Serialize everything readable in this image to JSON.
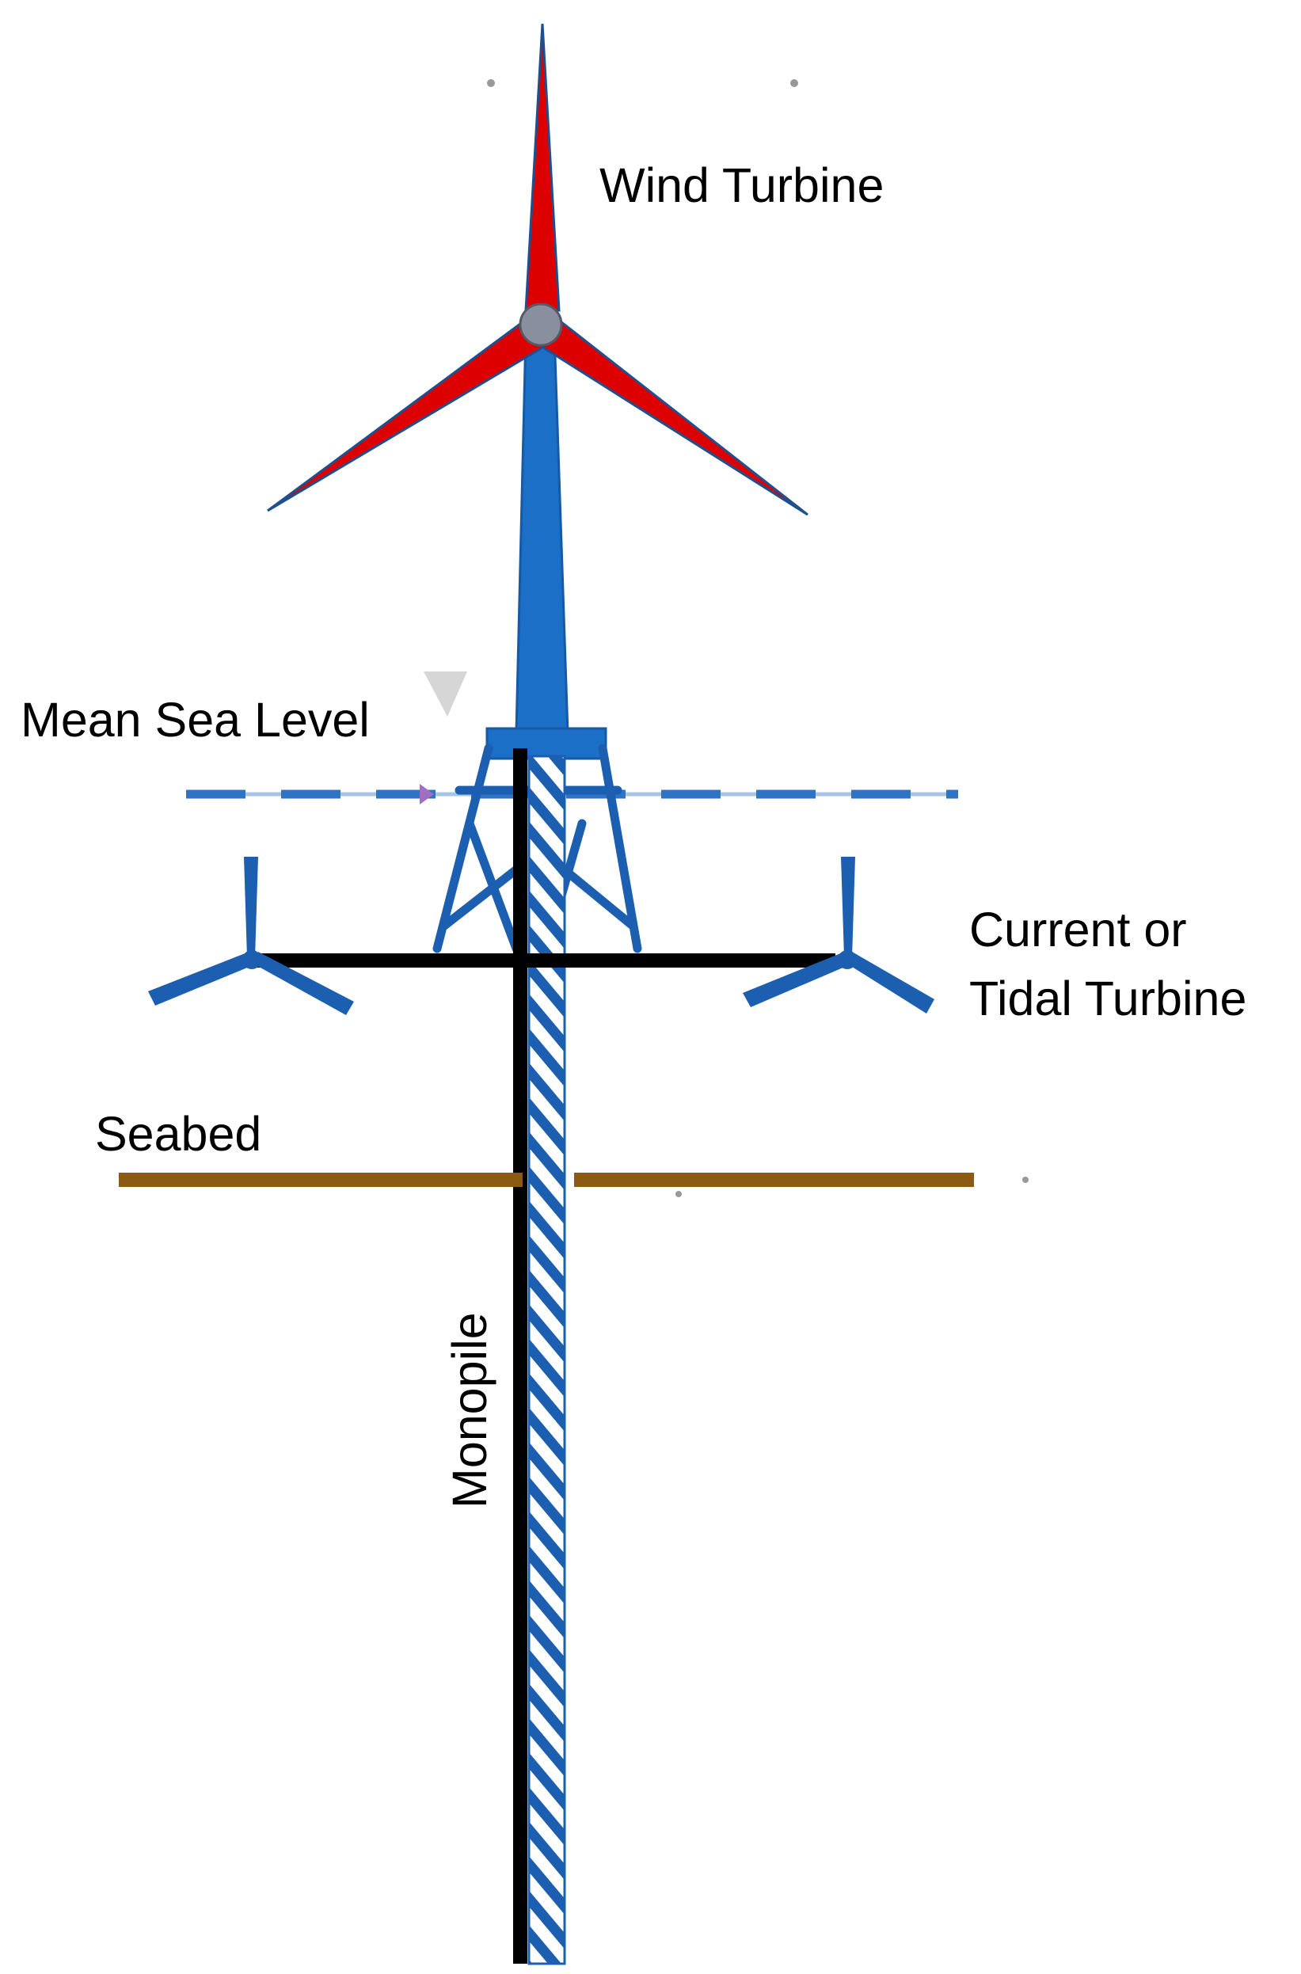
{
  "labels": {
    "wind_turbine": "Wind Turbine",
    "mean_sea_level": "Mean Sea Level",
    "tidal_turbine_line1": "Current or",
    "tidal_turbine_line2": "Tidal Turbine",
    "seabed": "Seabed",
    "monopile": "Monopile"
  },
  "colors": {
    "blade": "#dd0000",
    "blade_outline": "#1e4f8f",
    "tower": "#1c6fc6",
    "structure": "#1c5fb0",
    "water_line": "#2e73c4",
    "crossbar": "#000000",
    "seabed": "#8c5a14",
    "monopile_hatch": "#1c5fb0"
  }
}
